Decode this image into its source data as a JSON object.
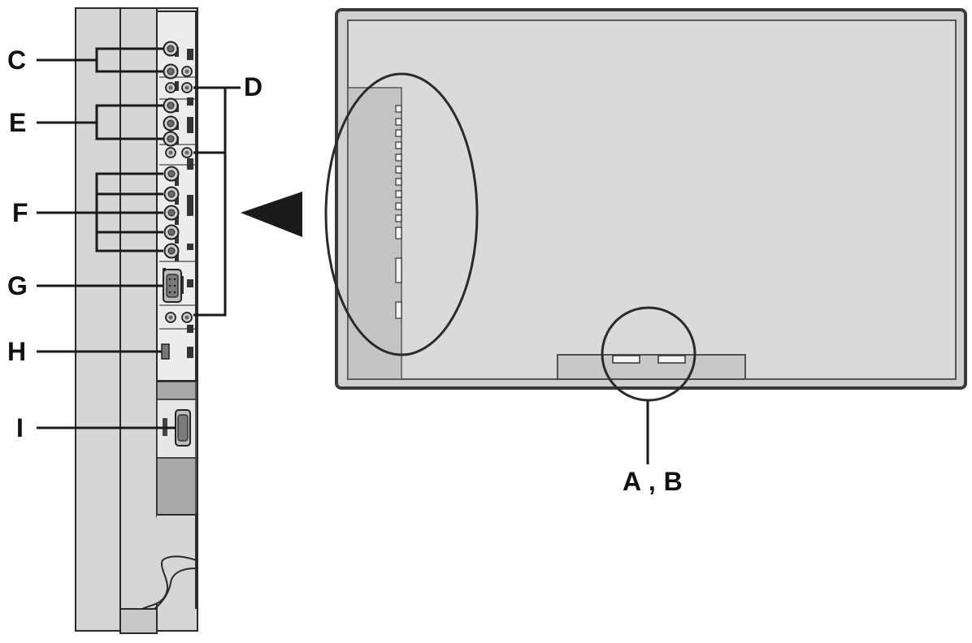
{
  "labels": {
    "c": "C",
    "d": "D",
    "e": "E",
    "f": "F",
    "g": "G",
    "h": "H",
    "i": "I",
    "ab": "A , B"
  },
  "colors": {
    "panel": "#d8d8d8",
    "panel_dark": "#b8b8b8",
    "connector_strip": "#e8e8e8",
    "grey_block": "#a9a9a9",
    "outline": "#2a2a2a",
    "tv_body": "#dadada",
    "tv_frame": "#4a4a4a"
  },
  "icons": [
    "pointer-triangle-icon",
    "rca-jack-icon",
    "d-sub-connector-icon",
    "hdmi-port-icon"
  ]
}
